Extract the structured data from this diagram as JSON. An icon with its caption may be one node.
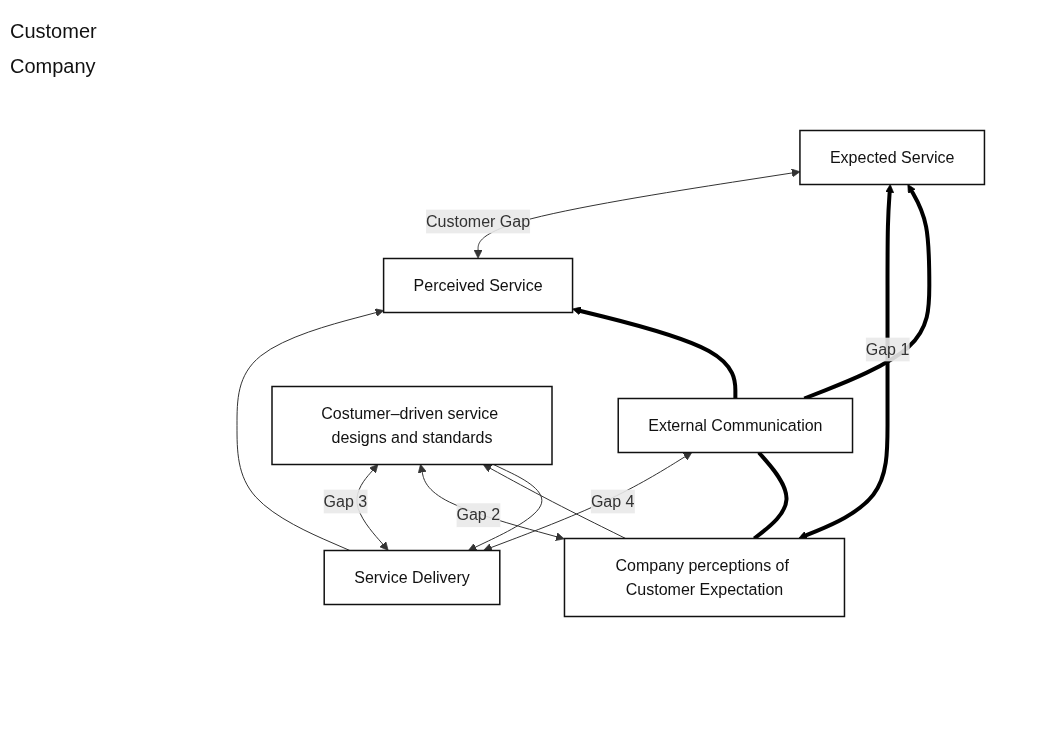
{
  "diagram": {
    "nodes": [
      {
        "text": [
          "Expected Service"
        ]
      },
      {
        "text": [
          "Perceived Service"
        ]
      },
      {
        "text": [
          "Service Delivery"
        ]
      },
      {
        "text": [
          "External Communication"
        ]
      },
      {
        "text": [
          "Costumer–driven service designs and standards"
        ]
      },
      {
        "text": [
          "Company perceptions of Customer Expectation"
        ]
      }
    ],
    "edges": [
      {
        "from": 0,
        "to": 1,
        "arrow": "both",
        "label": "Customer Gap"
      },
      {
        "from": 2,
        "to": 1,
        "arrow": "to"
      },
      {
        "from": 2,
        "to": 3,
        "arrow": "both",
        "label": "Gap 4"
      },
      {
        "from": 2,
        "to": 4,
        "arrow": "both",
        "label": "Gap 3"
      },
      {
        "from": 4,
        "to": 2,
        "arrow": "to"
      },
      {
        "from": 5,
        "to": 4,
        "arrow": "both",
        "label": "Gap 2"
      },
      {
        "from": 5,
        "to": 4,
        "arrow": "to"
      },
      {
        "from": 5,
        "to": 0,
        "arrow": "both",
        "label": "Gap 1",
        "style": "thick",
        "color": "#000000"
      },
      {
        "from": 5,
        "to": 3,
        "arrow": "none",
        "style": "thick",
        "color": "#000000"
      },
      {
        "from": 3,
        "to": 0,
        "arrow": "to",
        "style": "thick",
        "color": "#000000"
      },
      {
        "from": 3,
        "to": 1,
        "arrow": "to",
        "style": "thick",
        "color": "#000000"
      }
    ],
    "labels": [
      "Customer",
      "Company"
    ]
  }
}
